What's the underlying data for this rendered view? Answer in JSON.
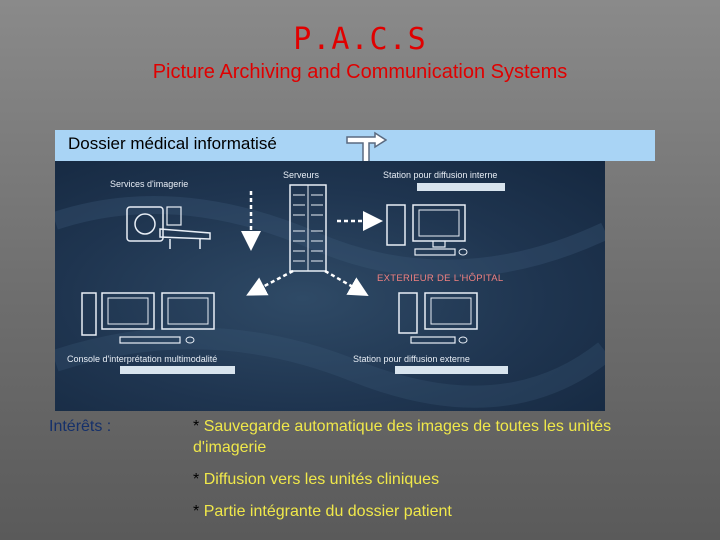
{
  "title": "P.A.C.S",
  "subtitle": "Picture Archiving and Communication Systems",
  "dossier": {
    "label": "Dossier médical informatisé"
  },
  "diagram": {
    "services_imagerie": "Services d'imagerie",
    "serveurs": "Serveurs",
    "station_interne": "Station pour diffusion interne",
    "exterieur": "EXTERIEUR DE L'HÔPITAL",
    "console": "Console d'interprétation multimodalité",
    "station_externe": "Station pour diffusion externe"
  },
  "interets": {
    "label": "Intérêts :",
    "star": "*",
    "items": [
      "Sauvegarde automatique des images de toutes les unités",
      "d'imagerie",
      "Diffusion vers les unités cliniques",
      "Partie intégrante du dossier patient"
    ]
  },
  "colors": {
    "title": "#e00000",
    "dossier_bar": "#a9d4f5",
    "bullets": "#f0e84a",
    "interets": "#15306a",
    "panel": "#1f3550"
  },
  "icons": [
    "down-arrow-icon",
    "scanner-icon",
    "server-rack-icon",
    "workstation-icon",
    "computer-icon"
  ]
}
